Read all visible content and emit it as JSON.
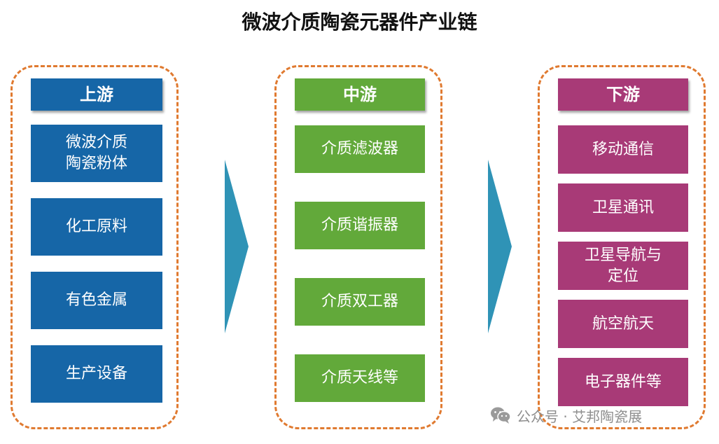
{
  "title": "微波介质陶瓷元器件产业链",
  "upstream": {
    "label": "上游",
    "items": [
      "微波介质\n陶瓷粉体",
      "化工原料",
      "有色金属",
      "生产设备"
    ]
  },
  "midstream": {
    "label": "中游",
    "items": [
      "介质滤波器",
      "介质谐振器",
      "介质双工器",
      "介质天线等"
    ]
  },
  "downstream": {
    "label": "下游",
    "items": [
      "移动通信",
      "卫星通讯",
      "卫星导航与\n定位",
      "航空航天",
      "电子器件等"
    ]
  },
  "watermark": {
    "text": "公众号 · 艾邦陶瓷展",
    "icon": "wechat-icon"
  },
  "colors": {
    "upstream": "#1666a7",
    "midstream": "#62a93a",
    "downstream": "#a83a77",
    "border": "#e07a30",
    "arrow": "#2f93b6"
  }
}
